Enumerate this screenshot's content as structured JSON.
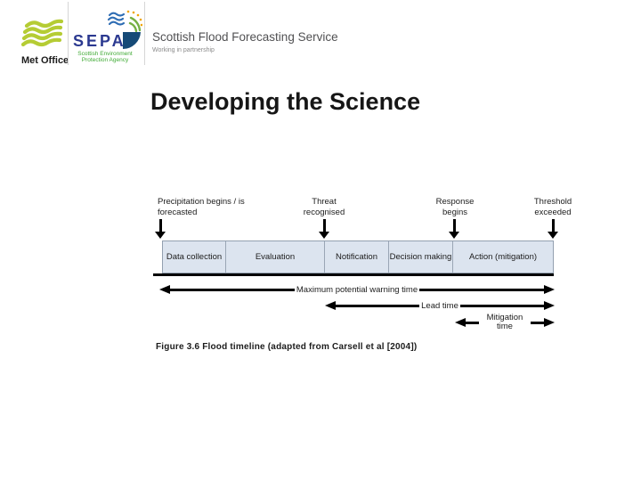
{
  "header": {
    "met_office": {
      "name": "Met Office"
    },
    "sepa": {
      "acronym": "SEPA",
      "full_name": "Scottish Environment Protection Agency"
    },
    "service": {
      "name": "Scottish Flood Forecasting Service",
      "tagline": "Working in partnership"
    }
  },
  "slide": {
    "title": "Developing the Science"
  },
  "figure": {
    "caption": "Figure 3.6 Flood timeline (adapted from Carsell et al [2004])",
    "events": [
      {
        "label": "Precipitation begins / is forecasted"
      },
      {
        "label": "Threat recognised"
      },
      {
        "label": "Response begins"
      },
      {
        "label": "Threshold exceeded"
      }
    ],
    "phases": [
      {
        "label": "Data collection"
      },
      {
        "label": "Evaluation"
      },
      {
        "label": "Notification"
      },
      {
        "label": "Decision making"
      },
      {
        "label": "Action (mitigation)"
      }
    ],
    "spans": [
      {
        "label": "Maximum potential warning time"
      },
      {
        "label": "Lead time"
      },
      {
        "label": "Mitigation time"
      }
    ],
    "colors": {
      "phase_fill": "#dce4ef",
      "arrow_black": "#000000",
      "met_office_green": "#b5cc34",
      "sepa_blue": "#2b3990",
      "sepa_green": "#3faa34"
    }
  }
}
